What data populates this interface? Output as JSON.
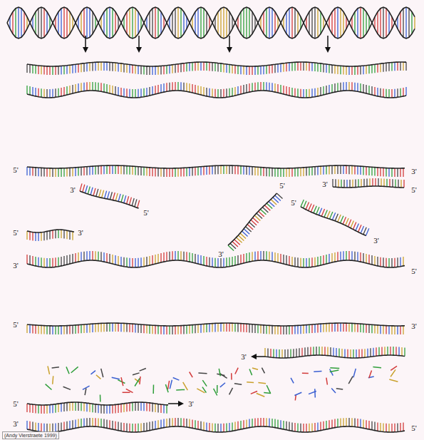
{
  "diagram": {
    "labels": [
      "5'",
      "3'",
      "3'",
      "5'",
      "5'",
      "5'",
      "3'",
      "5'",
      "5'",
      "3'",
      "3'",
      "3'",
      "3'",
      "5'",
      "5'",
      "3'",
      "3'",
      "5'",
      "3'",
      "3'",
      "5'",
      "(Andy Vierstraete 1999)"
    ]
  }
}
